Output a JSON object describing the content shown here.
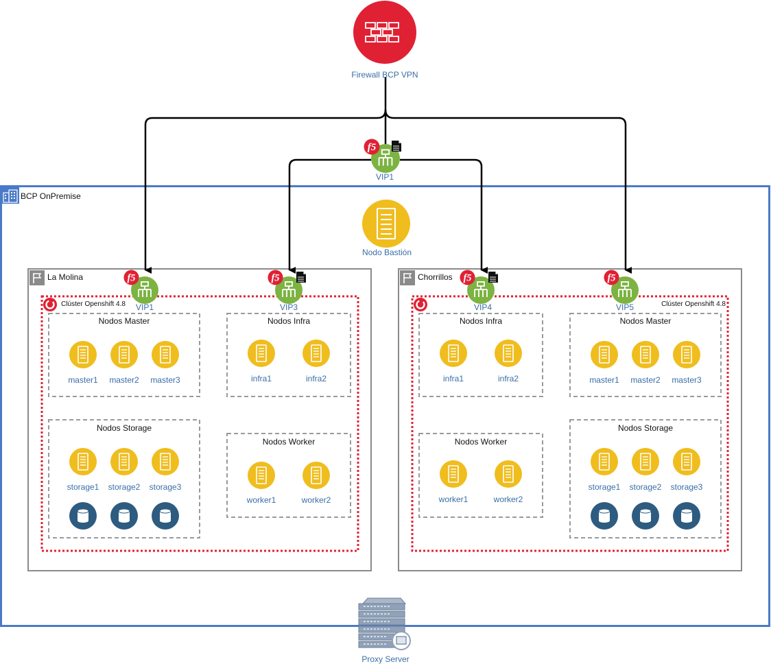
{
  "top": {
    "firewall_label": "Firewall BCP VPN",
    "vip_label": "VIP1"
  },
  "onpremise": {
    "title": "BCP OnPremise",
    "bastion_label": "Nodo Bastión",
    "proxy_label": "Proxy Server"
  },
  "sites": {
    "la_molina": {
      "title": "La Molina",
      "cluster_label": "Clúster Openshift 4.8",
      "vip_left": "VIP1",
      "vip_right": "VIP3",
      "group_master": {
        "title": "Nodos Master",
        "nodes": [
          "master1",
          "master2",
          "master3"
        ]
      },
      "group_infra": {
        "title": "Nodos Infra",
        "nodes": [
          "infra1",
          "infra2"
        ]
      },
      "group_storage": {
        "title": "Nodos Storage",
        "nodes": [
          "storage1",
          "storage2",
          "storage3"
        ]
      },
      "group_worker": {
        "title": "Nodos Worker",
        "nodes": [
          "worker1",
          "worker2"
        ]
      }
    },
    "chorrillos": {
      "title": "Chorrillos",
      "cluster_label": "Clúster Openshift 4.8",
      "vip_left": "VIP4",
      "vip_right": "VIP5",
      "group_infra": {
        "title": "Nodos Infra",
        "nodes": [
          "infra1",
          "infra2"
        ]
      },
      "group_master": {
        "title": "Nodos Master",
        "nodes": [
          "master1",
          "master2",
          "master3"
        ]
      },
      "group_worker": {
        "title": "Nodos Worker",
        "nodes": [
          "worker1",
          "worker2"
        ]
      },
      "group_storage": {
        "title": "Nodos Storage",
        "nodes": [
          "storage1",
          "storage2",
          "storage3"
        ]
      }
    }
  },
  "colors": {
    "firewall": "#e02134",
    "vip": "#7cb342",
    "node": "#f0bd1e",
    "disk": "#2e5b80",
    "onpremise_border": "#4a7ac7",
    "site_border": "#8a8a8a",
    "cluster_border": "#e02134",
    "label": "#3a6ea5"
  }
}
